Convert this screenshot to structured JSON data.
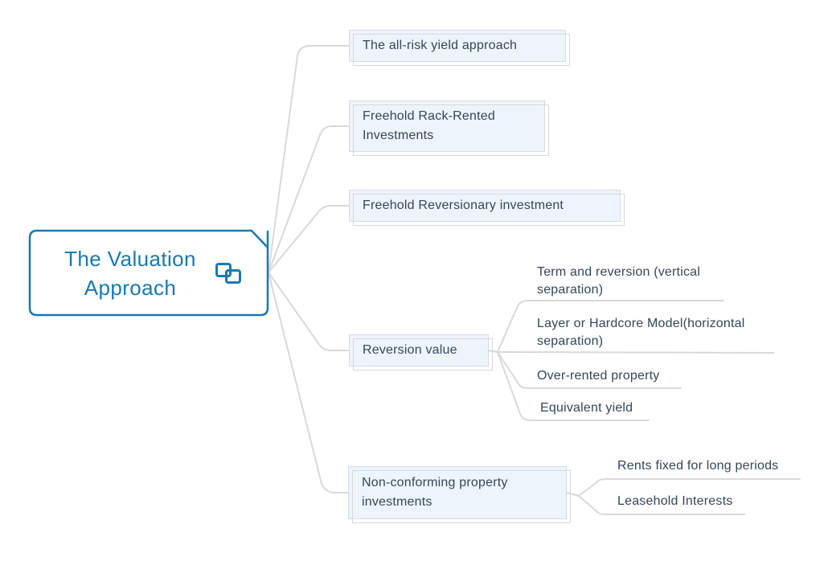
{
  "root": {
    "title": "The Valuation Approach",
    "icon": "link-icon"
  },
  "branches": [
    {
      "label": "The all-risk yield approach",
      "children": []
    },
    {
      "label": "Freehold Rack-Rented Investments",
      "children": []
    },
    {
      "label": "Freehold Reversionary investment",
      "children": []
    },
    {
      "label": "Reversion value",
      "children": [
        "Term and reversion (vertical separation)",
        "Layer or Hardcore Model(horizontal separation)",
        "Over-rented property",
        "Equivalent yield"
      ]
    },
    {
      "label": "Non-conforming property investments",
      "children": [
        "Rents fixed for long periods",
        "Leasehold Interests"
      ]
    }
  ],
  "colors": {
    "accent_blue": "#1779b8",
    "node_fill": "#eef4fb",
    "node_border": "#d6dce2",
    "connector_gray": "#d9d9d9",
    "text_dark": "#33475a",
    "background": "#ffffff"
  }
}
